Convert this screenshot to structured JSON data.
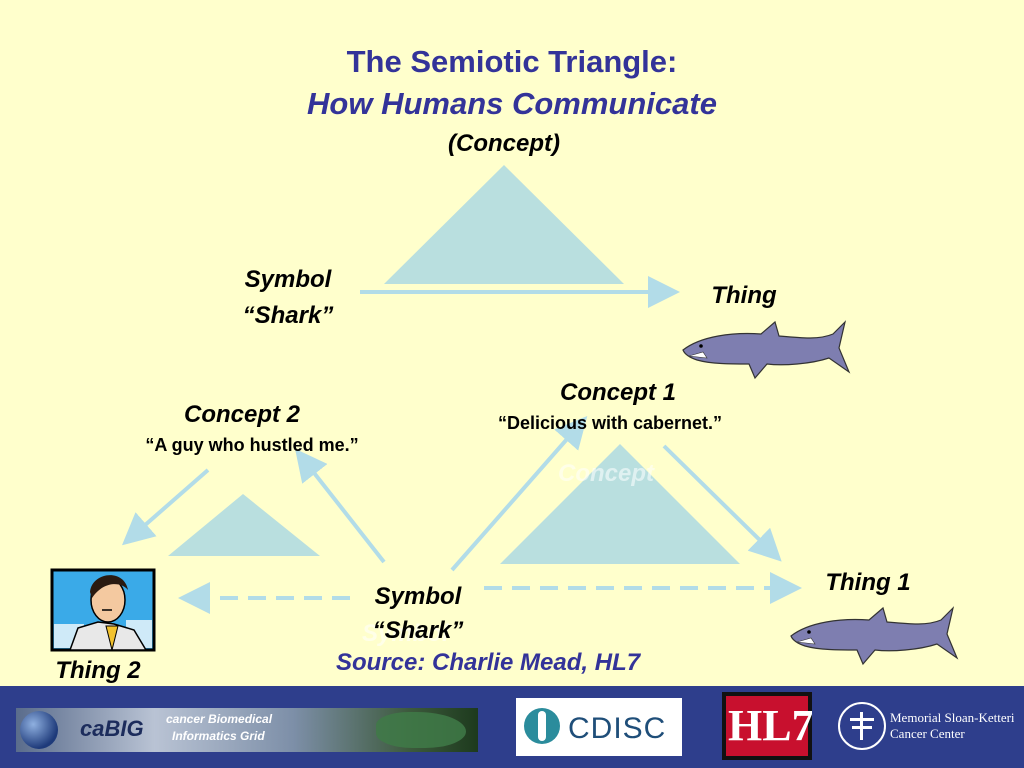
{
  "title": {
    "line1": "The Semiotic Triangle:",
    "line2": "How Humans Communicate"
  },
  "top_triangle": {
    "concept": "(Concept)",
    "symbol_label": "Symbol",
    "symbol_word": "“Shark”",
    "thing_label": "Thing"
  },
  "concept2": {
    "label": "Concept 2",
    "quote": "“A guy who hustled me.”"
  },
  "concept1": {
    "label": "Concept 1",
    "quote": "“Delicious with cabernet.”",
    "ghost": "Concept"
  },
  "bottom_symbol": {
    "label": "Symbol",
    "word": "“Shark”",
    "ghost": "Symbol"
  },
  "thing1": "Thing 1",
  "thing2": "Thing 2",
  "source": "Source: Charlie Mead, HL7",
  "footer": {
    "cabig_name": "caBIG",
    "cabig_line1": "cancer Biomedical",
    "cabig_line2": "Informatics Grid",
    "cdisc": "CDISC",
    "hl7": "HL7",
    "mskcc_line1": "Memorial Sloan-Kettering",
    "mskcc_line2": "Cancer Center"
  },
  "colors": {
    "background": "#FFFFCC",
    "title": "#333399",
    "triangle_fill": "#B9DFDF",
    "arrow": "#B2DCE8",
    "footer": "#2E3E8C"
  }
}
